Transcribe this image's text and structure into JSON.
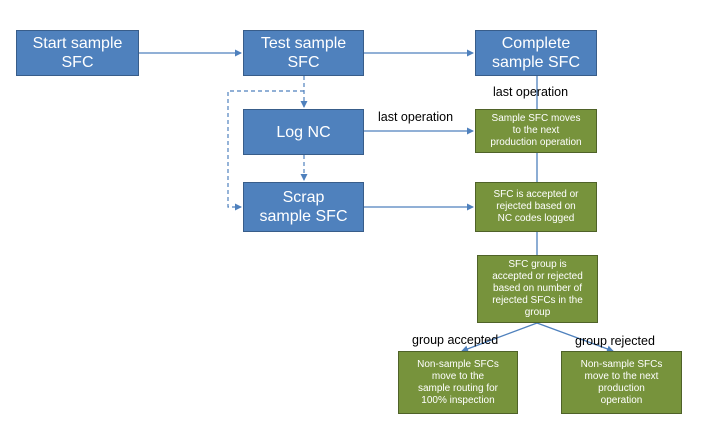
{
  "nodes": {
    "start_sample_sfc": "Start sample\nSFC",
    "test_sample_sfc": "Test sample\nSFC",
    "complete_sample_sfc": "Complete\nsample SFC",
    "log_nc": "Log NC",
    "scrap_sample_sfc": "Scrap\nsample SFC",
    "sample_sfc_moves": "Sample SFC moves\nto the next\nproduction operation",
    "sfc_accepted_rejected": "SFC is accepted or\nrejected based on\nNC codes logged",
    "sfc_group_accepted_rejected": "SFC group is\naccepted or rejected\nbased on number of\nrejected SFCs in the\ngroup",
    "non_sample_routing": "Non-sample SFCs\nmove to the\nsample routing for\n100% inspection",
    "non_sample_next_operation": "Non-sample SFCs\nmove to the next\nproduction\noperation"
  },
  "edge_labels": {
    "last_operation_top": "last operation",
    "last_operation_mid": "last operation",
    "group_accepted": "group accepted",
    "group_rejected": "group rejected"
  },
  "colors": {
    "process_box": "#4F81BD",
    "result_box": "#77933C",
    "connector": "#4F81BD"
  }
}
